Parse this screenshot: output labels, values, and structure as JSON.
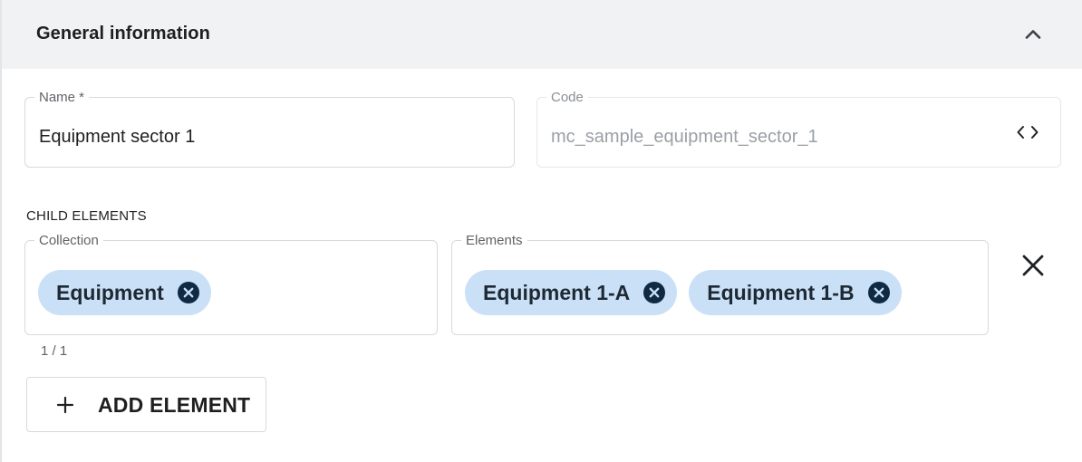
{
  "section": {
    "title": "General information"
  },
  "name_field": {
    "label": "Name *",
    "value": "Equipment sector 1"
  },
  "code_field": {
    "label": "Code",
    "value": "mc_sample_equipment_sector_1"
  },
  "child_elements": {
    "label": "CHILD ELEMENTS",
    "collection": {
      "label": "Collection",
      "chips": [
        "Equipment"
      ]
    },
    "elements": {
      "label": "Elements",
      "chips": [
        "Equipment 1-A",
        "Equipment 1-B"
      ]
    },
    "counter": "1 / 1",
    "add_label": "ADD ELEMENT"
  },
  "colors": {
    "header_bg": "#f1f2f4",
    "chip_bg": "#c9e0f7",
    "chip_icon": "#102a43"
  },
  "icons": {
    "collapse": "chevron-up-icon",
    "code": "code-brackets-icon",
    "chip_remove": "cancel-circle-icon",
    "row_remove": "close-icon",
    "add": "plus-icon"
  }
}
